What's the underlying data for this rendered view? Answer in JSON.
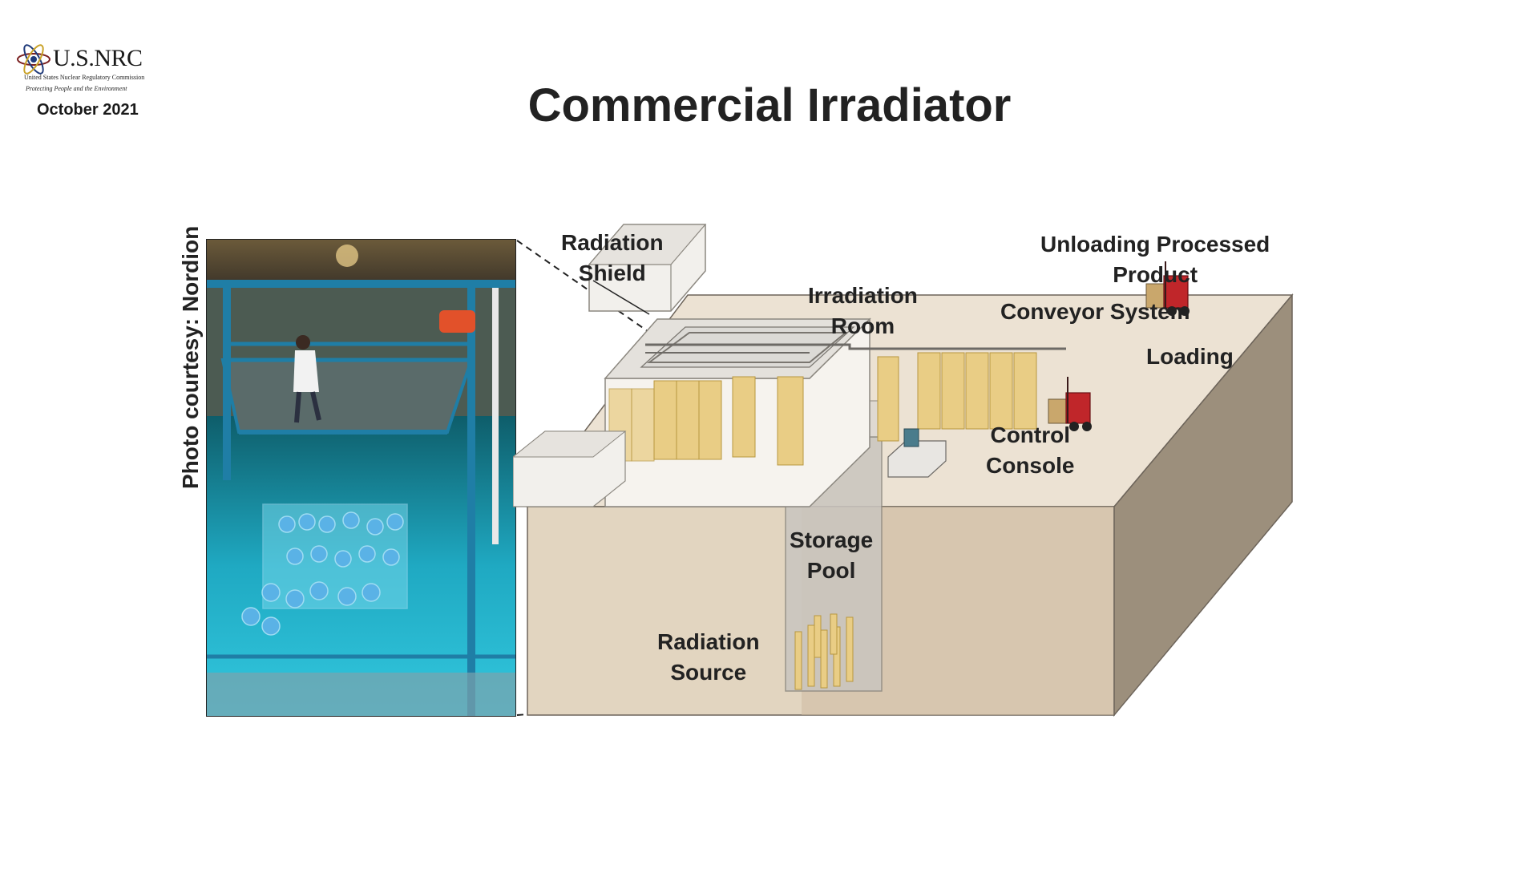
{
  "header": {
    "logo_text": "U.S.NRC",
    "logo_subtitle": "United States Nuclear Regulatory Commission",
    "logo_tagline": "Protecting People and the Environment",
    "date": "October 2021"
  },
  "title": "Commercial Irradiator",
  "photo_credit": "Photo courtesy: Nordion",
  "labels": {
    "radiation_shield": [
      "Radiation",
      "Shield"
    ],
    "irradiation_room": [
      "Irradiation",
      "Room"
    ],
    "unloading": [
      "Unloading Processed",
      "Product"
    ],
    "conveyor": "Conveyor System",
    "loading": "Loading",
    "control_console": [
      "Control",
      "Console"
    ],
    "storage_pool": [
      "Storage",
      "Pool"
    ],
    "radiation_source": [
      "Radiation",
      "Source"
    ]
  },
  "colors": {
    "block_top": "#ece2d3",
    "block_front": "#e2d5c0",
    "block_side": "#9c8f7c",
    "product_box": "#e9cd85",
    "forklift": "#c0262a",
    "pool_water": "#2fc0d8"
  }
}
